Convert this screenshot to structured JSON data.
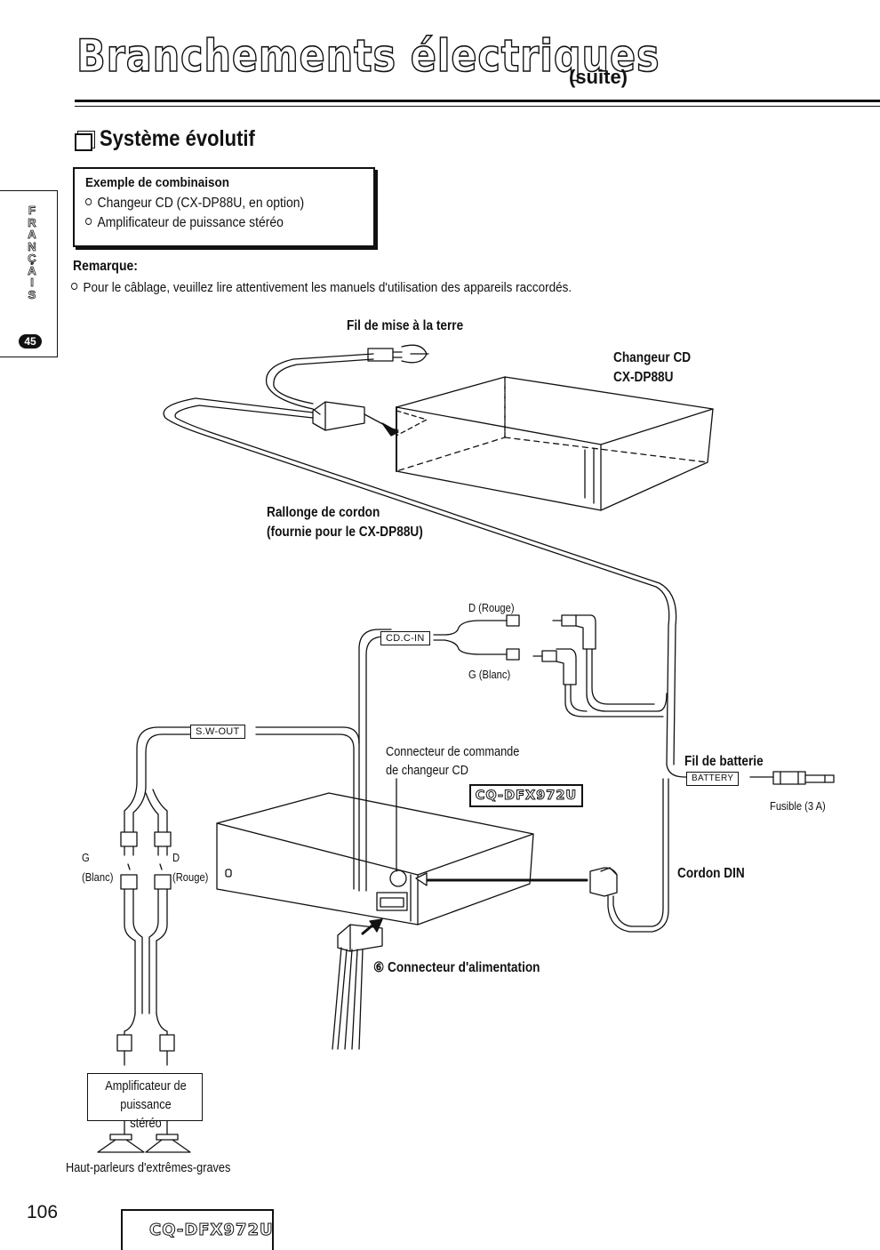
{
  "header": {
    "title": "Branchements électriques",
    "suffix": "(suite)"
  },
  "section": {
    "title": "Système évolutif"
  },
  "language_tab": {
    "letters": [
      "F",
      "R",
      "A",
      "N",
      "Ç",
      "A",
      "I",
      "S"
    ],
    "page": "45"
  },
  "combination": {
    "title": "Exemple de combinaison",
    "items": [
      "Changeur CD (CX-DP88U, en option)",
      "Amplificateur de puissance stéréo"
    ]
  },
  "remark": {
    "title": "Remarque:",
    "text": "Pour le câblage, veuillez lire attentivement les manuels d'utilisation des appareils raccordés."
  },
  "diagram": {
    "ground_wire": "Fil de mise à la terre",
    "cd_changer": [
      "Changeur CD",
      "CX-DP88U"
    ],
    "extension_cord": [
      "Rallonge de cordon",
      "(fournie pour le CX-DP88U)"
    ],
    "right_red": "D (Rouge)",
    "left_white": "G (Blanc)",
    "cdc_in_tag": "CD.C-IN",
    "sw_out_tag": "S.W-OUT",
    "control_connector": [
      "Connecteur de commande",
      "de changeur CD"
    ],
    "model_badge": "CQ-DFX972U",
    "battery_wire": "Fil de batterie",
    "battery_tag": "BATTERY",
    "fuse": "Fusible (3 A)",
    "din_cord": "Cordon DIN",
    "sub_left": [
      "G",
      "(Blanc)"
    ],
    "sub_right": [
      "D",
      "(Rouge)"
    ],
    "power_connector_num": "⑥",
    "power_connector": "Connecteur d'alimentation",
    "amplifier": [
      "Amplificateur de",
      "puissance stéréo"
    ],
    "subwoofers": "Haut-parleurs d'extrêmes-graves"
  },
  "footer": {
    "page_number": "106",
    "model": "CQ-DFX972U"
  }
}
